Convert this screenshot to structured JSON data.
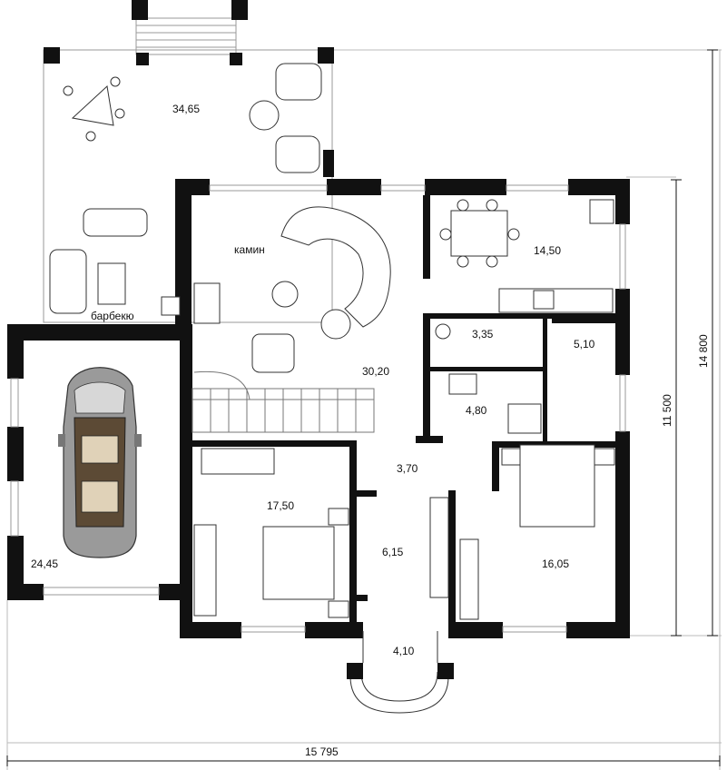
{
  "rooms": [
    {
      "id": "terrace",
      "area": "34,65"
    },
    {
      "id": "living",
      "area": "30,20"
    },
    {
      "id": "dining",
      "area": "14,50"
    },
    {
      "id": "wc",
      "area": "3,35"
    },
    {
      "id": "boiler",
      "area": "5,10"
    },
    {
      "id": "bath",
      "area": "4,80"
    },
    {
      "id": "hall",
      "area": "3,70"
    },
    {
      "id": "garage",
      "area": "24,45"
    },
    {
      "id": "bedroom1",
      "area": "17,50"
    },
    {
      "id": "closet",
      "area": "6,15"
    },
    {
      "id": "bedroom2",
      "area": "16,05"
    },
    {
      "id": "porch",
      "area": "4,10"
    }
  ],
  "labels": {
    "fireplace": "камин",
    "bbq": "барбекю"
  },
  "dimensions": {
    "width_total": "15 795",
    "depth_total": "14 800",
    "depth_house": "11 500"
  }
}
